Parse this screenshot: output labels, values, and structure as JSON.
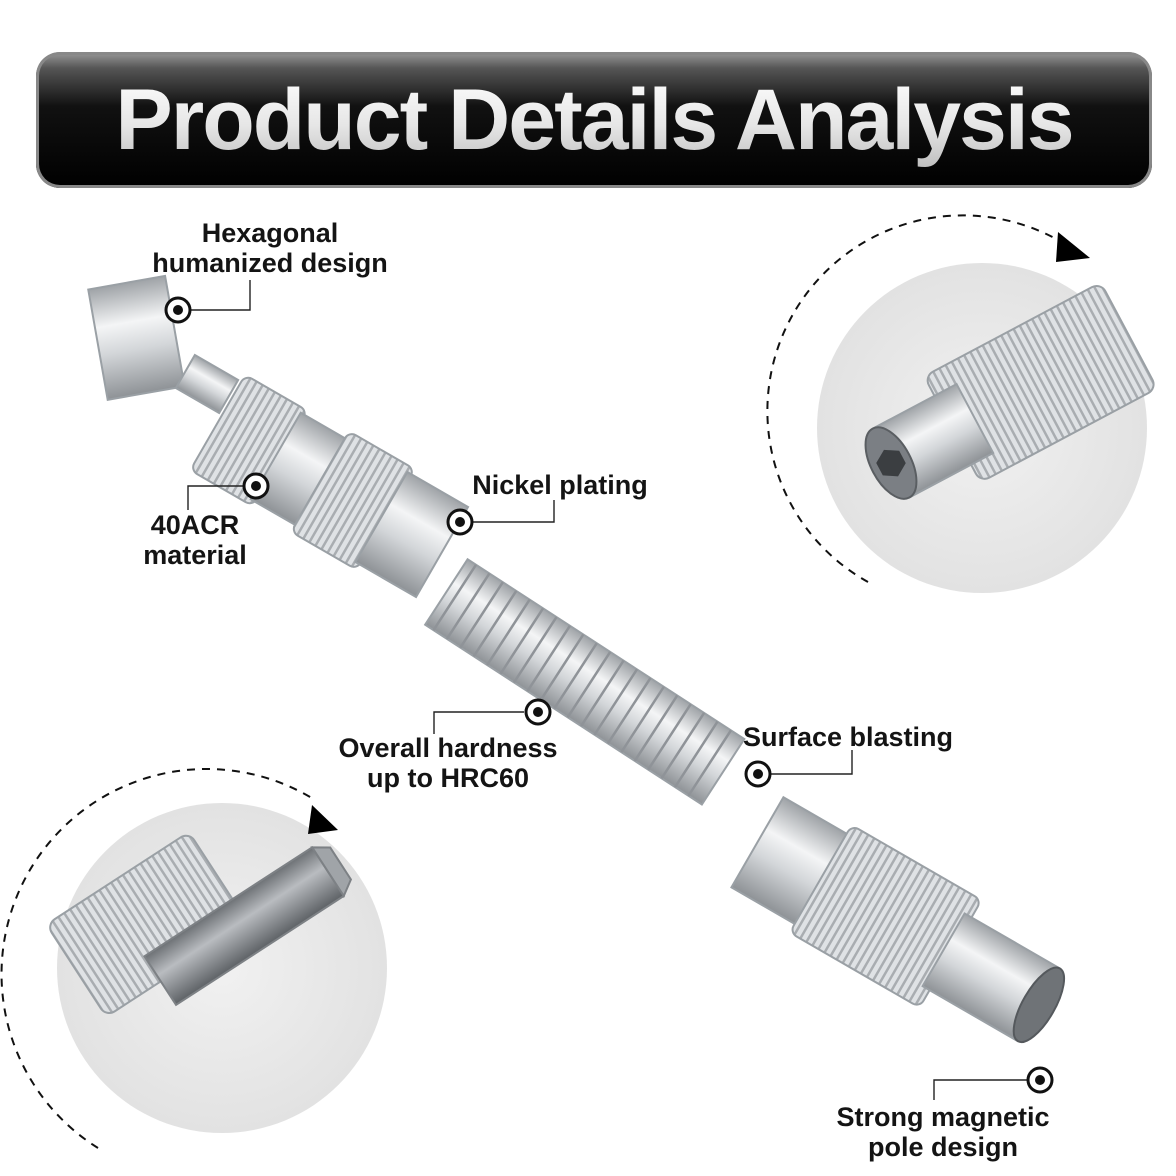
{
  "banner": {
    "title": "Product Details Analysis"
  },
  "callouts": {
    "hexagonal": {
      "line1": "Hexagonal",
      "line2": "humanized design"
    },
    "material": {
      "line1": "40ACR",
      "line2": "material"
    },
    "nickel": {
      "line1": "Nickel plating"
    },
    "hardness": {
      "line1": "Overall hardness",
      "line2": "up to HRC60"
    },
    "surface": {
      "line1": "Surface blasting"
    },
    "magnetic": {
      "line1": "Strong magnetic",
      "line2": "pole design"
    }
  },
  "colors": {
    "banner_bg": "#000000",
    "banner_text": "#f4f4f4",
    "label_text": "#141414",
    "metal": "#d7dadd"
  }
}
